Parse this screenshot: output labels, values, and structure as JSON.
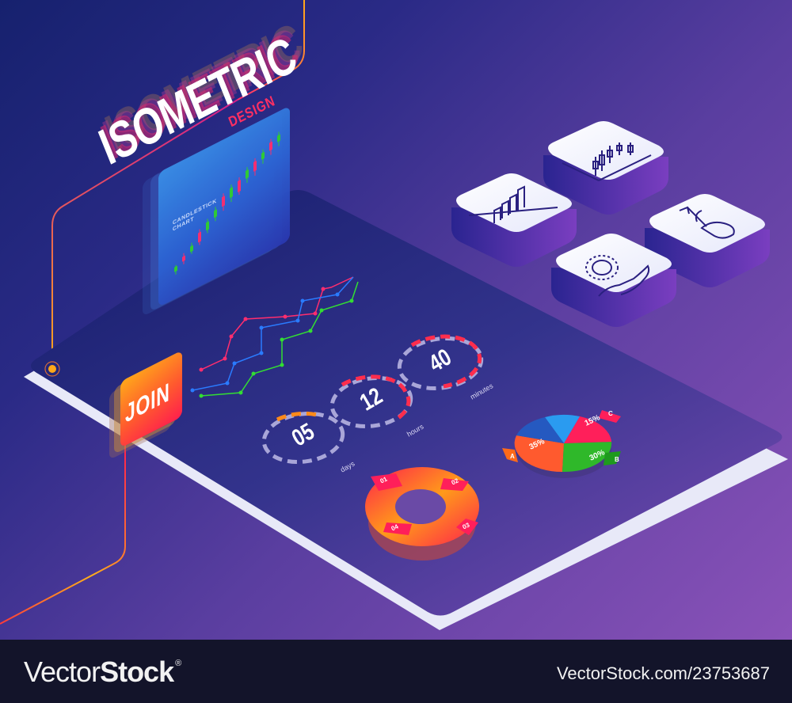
{
  "hero": {
    "title": "ISOMETRIC",
    "subtitle": "DESIGN"
  },
  "join_button": {
    "label": "JOIN"
  },
  "candlestick_card": {
    "label_line1": "CANDLESTICK",
    "label_line2": "CHART"
  },
  "countdown": [
    {
      "value": "05",
      "unit": "days"
    },
    {
      "value": "12",
      "unit": "hours"
    },
    {
      "value": "40",
      "unit": "minutes"
    }
  ],
  "pie_chart": {
    "slices": [
      {
        "label": "A",
        "percent": "35%",
        "color": "#ff5a2e"
      },
      {
        "label": "B",
        "percent": "30%",
        "color": "#2fb82a"
      },
      {
        "label": "C",
        "percent": "15%",
        "color": "#ff1f5a"
      },
      {
        "label": "",
        "percent": "",
        "color": "#2a9bf0"
      },
      {
        "label": "",
        "percent": "",
        "color": "#2559c0"
      }
    ]
  },
  "cycle_chart": {
    "steps": [
      "01",
      "02",
      "03",
      "04"
    ]
  },
  "icon_tiles": [
    {
      "name": "bar-chart"
    },
    {
      "name": "candlestick-chart"
    },
    {
      "name": "swipe-up-gesture"
    },
    {
      "name": "sun-in-hand"
    }
  ],
  "footer": {
    "brand_light": "Vector",
    "brand_bold": "Stock",
    "brand_mark": "®",
    "reference": "VectorStock.com/23753687"
  },
  "colors": {
    "bg_dark": "#16216e",
    "bg_light": "#8a52b8",
    "platform": "#1e2478",
    "accent_orange": "#ffa81a",
    "accent_red": "#ff1f4d",
    "accent_green": "#2fb82a",
    "accent_blue": "#2a9bf0"
  }
}
